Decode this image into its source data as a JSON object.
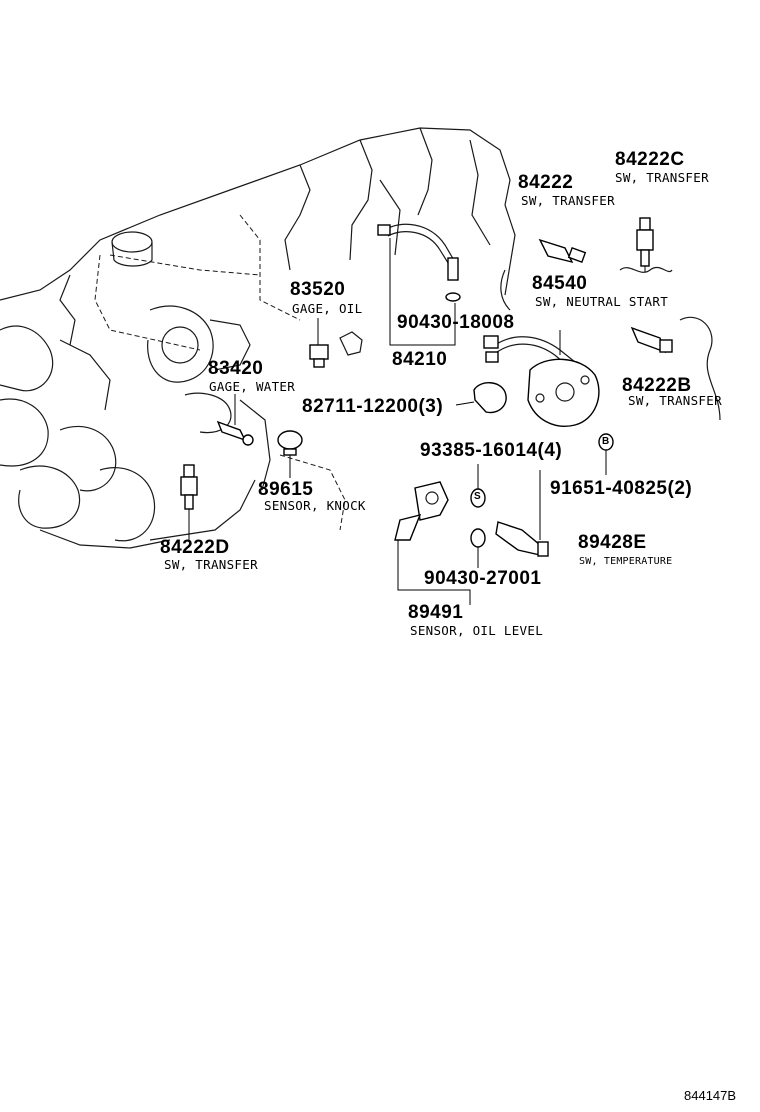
{
  "parts": {
    "p84222C": {
      "number": "84222C",
      "desc": "SW, TRANSFER"
    },
    "p84222": {
      "number": "84222",
      "desc": "SW, TRANSFER"
    },
    "p83520": {
      "number": "83520",
      "desc": "GAGE, OIL"
    },
    "p90430_18008": {
      "number": "90430-18008"
    },
    "p84210": {
      "number": "84210"
    },
    "p84540": {
      "number": "84540",
      "desc": "SW, NEUTRAL START"
    },
    "p83420": {
      "number": "83420",
      "desc": "GAGE, WATER"
    },
    "p84222B": {
      "number": "84222B",
      "desc": "SW, TRANSFER"
    },
    "p82711": {
      "number": "82711-12200(3)"
    },
    "p93385": {
      "number": "93385-16014(4)",
      "marker": "S"
    },
    "p91651": {
      "number": "91651-40825(2)",
      "marker": "B"
    },
    "p89615": {
      "number": "89615",
      "desc": "SENSOR, KNOCK"
    },
    "p84222D": {
      "number": "84222D",
      "desc": "SW, TRANSFER"
    },
    "p89428E": {
      "number": "89428E",
      "desc": "SW, TEMPERATURE"
    },
    "p90430_27001": {
      "number": "90430-27001"
    },
    "p89491": {
      "number": "89491",
      "desc": "SENSOR, OIL LEVEL"
    }
  },
  "diagram_ref": "844147B"
}
